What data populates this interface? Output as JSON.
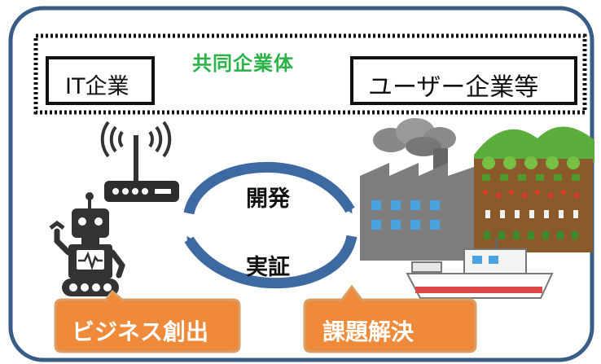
{
  "consortium": {
    "title": "共同企業体"
  },
  "it_company": {
    "label": "IT企業"
  },
  "user_company": {
    "label": "ユーザー企業等"
  },
  "cycle": {
    "top_label": "開発",
    "bottom_label": "実証"
  },
  "callouts": {
    "left": "ビジネス創出",
    "right": "課題解決"
  },
  "colors": {
    "frame": "#3a5d88",
    "accent_green": "#2bb34a",
    "arrow_blue": "#3e6aa3",
    "callout_orange": "#ee8a3a",
    "callout_border": "#d9a066"
  },
  "icons": [
    "wifi-router-icon",
    "robot-icon",
    "factory-icon",
    "farm-field-icon",
    "fishing-boat-icon"
  ]
}
